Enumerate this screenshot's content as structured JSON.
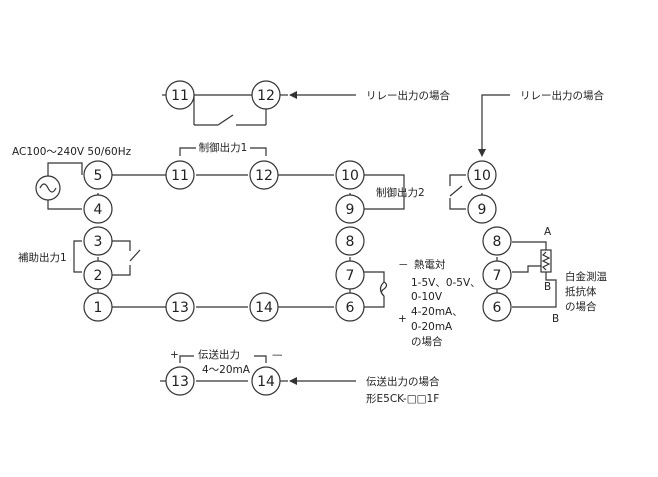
{
  "terminals": {
    "t1": "1",
    "t2": "2",
    "t3": "3",
    "t4": "4",
    "t5": "5",
    "t6": "6",
    "t7": "7",
    "t8": "8",
    "t9": "9",
    "t10": "10",
    "t11": "11",
    "t12": "12",
    "t13": "13",
    "t14": "14"
  },
  "labels": {
    "relay_output_case_top": "リレー出力の場合",
    "relay_output_case_right": "リレー出力の場合",
    "power_supply": "AC100～240V 50/60Hz",
    "control_output_1": "制御出力1",
    "control_output_2": "制御出力2",
    "aux_output_1": "補助出力1",
    "thermocouple_minus": "－",
    "thermocouple_title": "熱電対",
    "analog_range_1": "1-5V、0-5V、",
    "analog_range_2": "0-10V",
    "analog_range_3": "4-20mA、",
    "analog_range_4": "0-20mA",
    "analog_case": "の場合",
    "thermocouple_plus": "+",
    "rtd_a": "A",
    "rtd_b1": "B",
    "rtd_b2": "B",
    "rtd_line1": "白金測温",
    "rtd_line2": "抵抗体",
    "rtd_line3": "の場合",
    "transmission_plus": "+",
    "transmission_title": "伝送出力",
    "transmission_minus": "—",
    "transmission_range": "4～20mA",
    "transmission_case": "伝送出力の場合",
    "model_number": "形E5CK-□□1F"
  },
  "icons": {
    "ac_source": "sine-wave-icon",
    "relay_contact": "switch-contact-icon",
    "rtd_element": "resistor-icon"
  }
}
